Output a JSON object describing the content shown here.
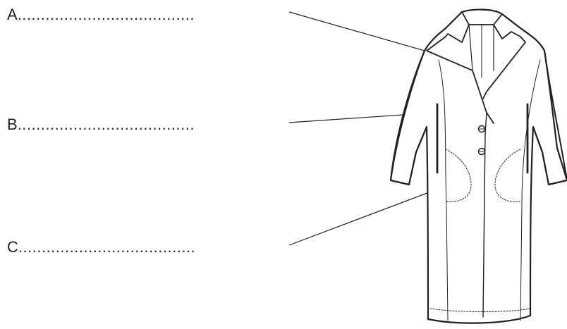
{
  "labels": [
    {
      "letter": "A",
      "blank": "......................................"
    },
    {
      "letter": "B",
      "blank": "......................................"
    },
    {
      "letter": "C",
      "blank": "......................................"
    }
  ],
  "colors": {
    "ink": "#231f20",
    "background": "#ffffff"
  },
  "illustration": "coat-icon"
}
